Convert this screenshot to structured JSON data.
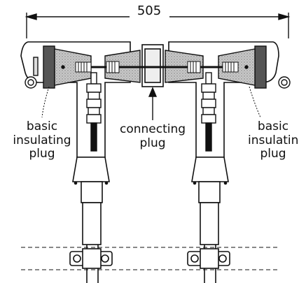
{
  "dimension": {
    "value": "505"
  },
  "labels": {
    "left": {
      "line1": "basic",
      "line2": "insulating",
      "line3": "plug"
    },
    "center": {
      "line1": "connecting",
      "line2": "plug"
    },
    "right": {
      "line1": "basic",
      "line2": "insulating",
      "line3": "plug"
    }
  }
}
